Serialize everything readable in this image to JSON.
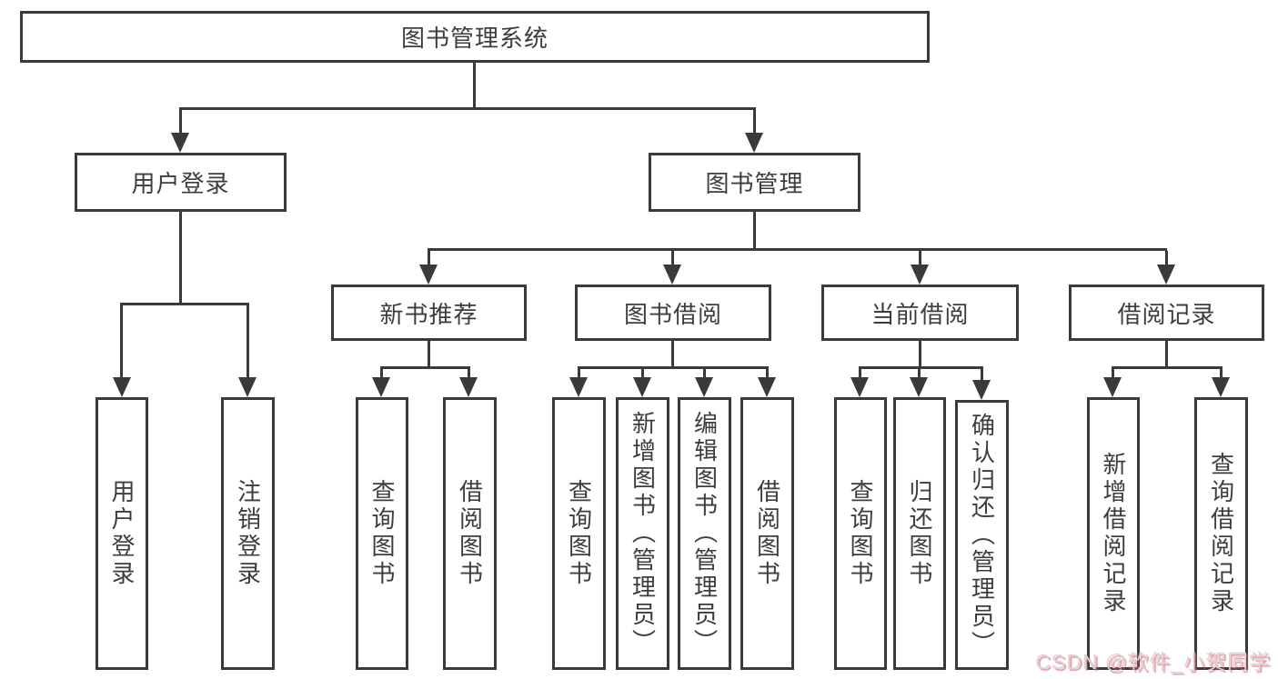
{
  "tree": {
    "root": {
      "label": "图书管理系统"
    },
    "level1": [
      {
        "label": "用户登录",
        "leaves": [
          {
            "label": "用户登录"
          },
          {
            "label": "注销登录"
          }
        ]
      },
      {
        "label": "图书管理",
        "children": [
          {
            "label": "新书推荐",
            "leaves": [
              {
                "label": "查询图书"
              },
              {
                "label": "借阅图书"
              }
            ]
          },
          {
            "label": "图书借阅",
            "leaves": [
              {
                "label": "查询图书"
              },
              {
                "label": "新增图书（管理员）"
              },
              {
                "label": "编辑图书（管理员）"
              },
              {
                "label": "借阅图书"
              }
            ]
          },
          {
            "label": "当前借阅",
            "leaves": [
              {
                "label": "查询图书"
              },
              {
                "label": "归还图书"
              },
              {
                "label": "确认归还（管理员）"
              }
            ]
          },
          {
            "label": "借阅记录",
            "leaves": [
              {
                "label": "新增借阅记录"
              },
              {
                "label": "查询借阅记录"
              }
            ]
          }
        ]
      }
    ]
  },
  "watermark": {
    "text": "CSDN @软件_小贺同学"
  },
  "colors": {
    "line": "#3a3a3a",
    "text": "#3d3d3d",
    "background": "#ffffff",
    "watermark_fill": "#d6d6d6",
    "watermark_shadow": "#e9546b"
  }
}
